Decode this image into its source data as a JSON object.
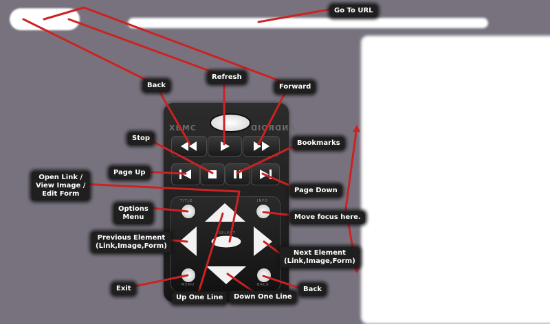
{
  "labels": {
    "go_to_url": "Go To URL",
    "back_top": "Back",
    "refresh": "Refresh",
    "forward": "Forward",
    "stop": "Stop",
    "bookmarks": "Bookmarks",
    "page_up": "Page Up",
    "page_down": "Page Down",
    "open_link": "Open Link /\nView Image /\nEdit Form",
    "options_menu": "Options\nMenu",
    "move_focus": "Move focus here.",
    "previous_element": "Previous Element\n(Link,Image,Form)",
    "next_element": "Next Element\n(Link,Image,Form)",
    "exit": "Exit",
    "up_one_line": "Up One Line",
    "down_one_line": "Down One Line",
    "back_bottom": "Back"
  },
  "remote": {
    "brand_left": "XBMC",
    "brand_right": "ANDROID",
    "title": "TITLE",
    "info": "INFO",
    "select": "SELECT",
    "menu": "MENU",
    "back": "BACK"
  },
  "colors": {
    "background": "#77727e",
    "leader_line": "#cc2222",
    "label_bg": "#1f1f1f"
  },
  "icons": [
    "rewind-icon",
    "play-icon",
    "fast-forward-icon",
    "skip-back-icon",
    "stop-icon",
    "pause-icon",
    "skip-forward-icon",
    "arrow-up-icon",
    "arrow-down-icon",
    "arrow-left-icon",
    "arrow-right-icon"
  ]
}
